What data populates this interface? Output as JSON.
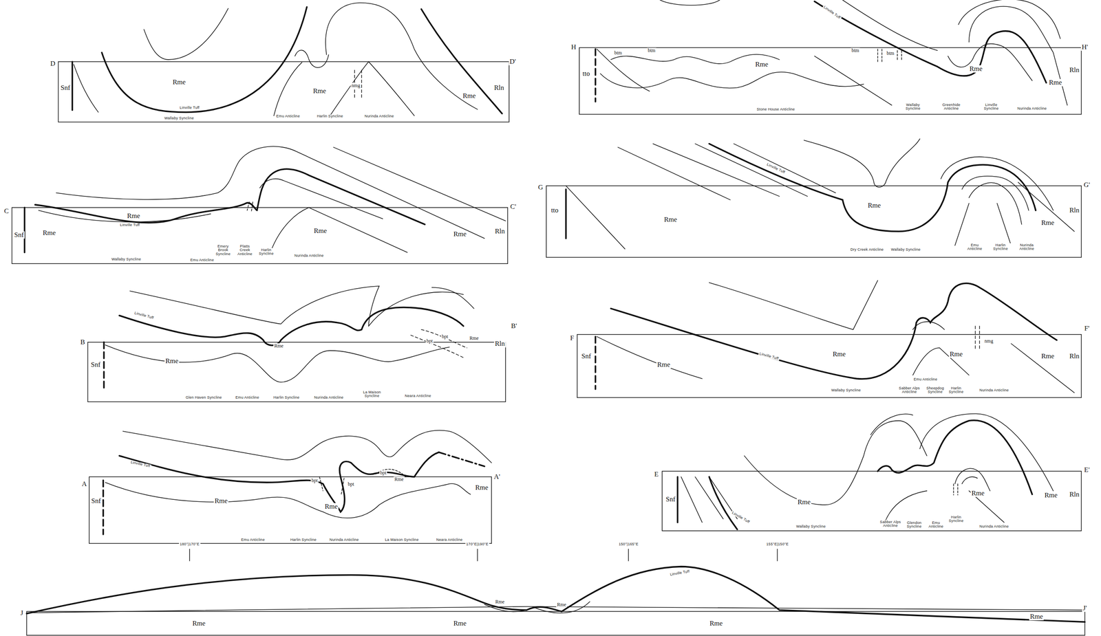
{
  "diagram": {
    "labels": [
      "D",
      "D'",
      "Snf",
      "Rme",
      "Rme",
      "nmg",
      "Rme",
      "Rln",
      "Linville Tuff",
      "Wallaby Syncline",
      "Emu Anticline",
      "Harlin Syncline",
      "Nurinda Anticline",
      "H",
      "H'",
      "tto",
      "btm",
      "btm",
      "btm",
      "btm",
      "Rme",
      "Rme",
      "Rme",
      "Rln",
      "Linville Tuff",
      "Stone House Anticline",
      "Wallaby Syncline",
      "Greenhide Anticline",
      "Linville Syncline",
      "Nurinda Anticline",
      "C",
      "C'",
      "Snf",
      "Rme",
      "Rme",
      "Linville Tuff",
      "Rme",
      "Rme",
      "Rln",
      "Wallaby Syncline",
      "Emu Anticline",
      "Emery Brook Syncline",
      "Platts Creek Anticline",
      "Harlin Syncline",
      "Nurinda Anticline",
      "G",
      "G'",
      "tto",
      "Rme",
      "Rme",
      "Rme",
      "Rln",
      "Linville Tuff",
      "Dry Creek Anticline",
      "Wallaby Syncline",
      "Emu Anticline",
      "Harlin Syncline",
      "Nurinda Anticline",
      "B",
      "B'",
      "Snf",
      "Rme",
      "Rme",
      "bpt",
      "bpt",
      "Rme",
      "Rln",
      "Linville Tuff",
      "Glen Haven Syncline",
      "Emu Anticline",
      "Harlin Syncline",
      "Nurinda Anticline",
      "La Maison Syncline",
      "Neara Anticline",
      "F",
      "F'",
      "Snf",
      "Rme",
      "Rme",
      "Rme",
      "Rme",
      "nmg",
      "Rln",
      "Linville Tuff",
      "Wallaby Syncline",
      "Sabber Alps Anticline",
      "Emu Anticline",
      "Sheepdog Syncline",
      "Harlin Syncline",
      "Nurinda Anticline",
      "A",
      "A'",
      "Snf",
      "Rme",
      "Rme",
      "bpt",
      "bpt",
      "bpt",
      "Rme",
      "Rme",
      "Linville Tuff",
      "Emu Anticline",
      "Harlin Syncline",
      "Nurinda Anticline",
      "La Maison Syncline",
      "Neara Anticline",
      "E",
      "E'",
      "Snf",
      "Rme",
      "Rme",
      "Rme",
      "Rln",
      "Linville Tuff",
      "Wallaby Syncline",
      "Sabber Alps Anticline",
      "Glendon Syncline",
      "Emu Anticline",
      "Harlin Syncline",
      "Nurinda Anticline",
      "J",
      "J'",
      "Rme",
      "Rme",
      "Rme",
      "Rme",
      "Rme",
      "Rme",
      "Linville Tuff",
      "180°|170°E",
      "170°E|190°E",
      "150°|165°E",
      "155°E|150°E"
    ]
  }
}
